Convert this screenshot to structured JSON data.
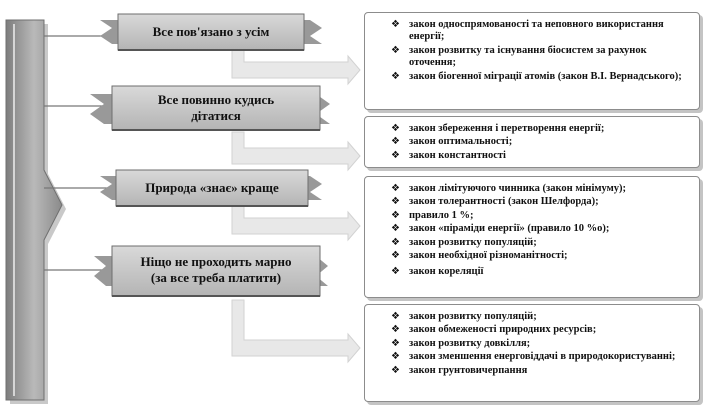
{
  "colors": {
    "banner_fill": "#c7c7c7",
    "banner_dark": "#8a8a8a",
    "bar_fill": "#9a9a9a",
    "arrow_fill": "#e6e6e6"
  },
  "principles": [
    {
      "title_lines": [
        "Все пов'язано з усім"
      ],
      "laws": [
        "закон односпрямованості та неповного використання енергії;",
        "закон розвитку та існування біосистем за рахунок оточення;",
        "закон біогенної міграції атомів (закон В.І. Вернадського);"
      ]
    },
    {
      "title_lines": [
        "Все повинно кудись",
        "дітатися"
      ],
      "laws": [
        "закон збереження і перетворення енергії;",
        "закон оптимальності;",
        "закон константності"
      ]
    },
    {
      "title_lines": [
        "Природа «знає» краще"
      ],
      "laws": [
        "закон лімітуючого чинника (закон мінімуму);",
        "закон толерантності (закон Шелфорда);",
        "правило 1 %;",
        "закон «піраміди енергії» (правило 10 %о);",
        "закон розвитку популяцій;",
        "закон необхідної різноманітності;",
        "закон кореляції"
      ]
    },
    {
      "title_lines": [
        "Ніщо не проходить марно",
        "(за все треба платити)"
      ],
      "laws": [
        "закон розвитку популяцій;",
        "закон обмеженості природних ресурсів;",
        "закон розвитку довкілля;",
        "закон зменшення енерговіддачі в природокористуванні;",
        "закон грунтовичерпання"
      ]
    }
  ]
}
